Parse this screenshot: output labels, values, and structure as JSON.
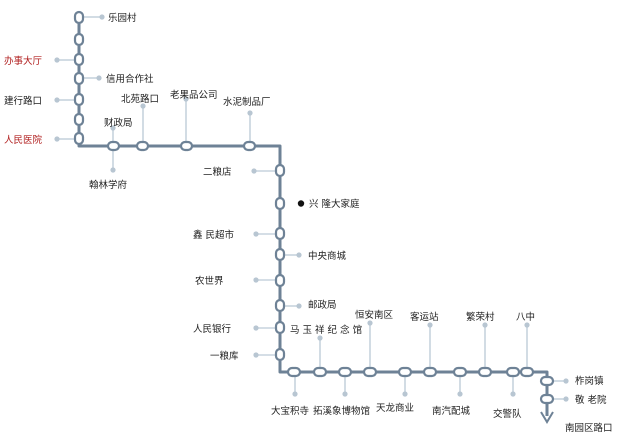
{
  "stations": [
    {
      "id": "lecuncun",
      "name": "乐园村",
      "highlight": false
    },
    {
      "id": "banshi",
      "name": "办事大厅",
      "highlight": true
    },
    {
      "id": "xinyong",
      "name": "信用合作社",
      "highlight": false
    },
    {
      "id": "jianxing",
      "name": "建行路口",
      "highlight": false
    },
    {
      "id": "beiyuan",
      "name": "北苑路口",
      "highlight": false
    },
    {
      "id": "laoguo",
      "name": "老果品公司",
      "highlight": false
    },
    {
      "id": "shuini",
      "name": "水泥制品厂",
      "highlight": false
    },
    {
      "id": "caizheng",
      "name": "财政局",
      "highlight": false
    },
    {
      "id": "renmin_yiyuan",
      "name": "人民医院",
      "highlight": true
    },
    {
      "id": "hanlin",
      "name": "翰林学府",
      "highlight": false
    },
    {
      "id": "erliangdian",
      "name": "二粮店",
      "highlight": false
    },
    {
      "id": "xinglong",
      "name": "兴 隆大家庭",
      "highlight": false,
      "current": true
    },
    {
      "id": "xinmin",
      "name": "鑫 民超市",
      "highlight": false
    },
    {
      "id": "zhongyang",
      "name": "中央商城",
      "highlight": false
    },
    {
      "id": "nongshijie",
      "name": "农世界",
      "highlight": false
    },
    {
      "id": "youzheng",
      "name": "邮政局",
      "highlight": false
    },
    {
      "id": "renmin_yinhang",
      "name": "人民银行",
      "highlight": false
    },
    {
      "id": "mayuxiang",
      "name": "马 玉 祥 纪 念 馆",
      "highlight": false
    },
    {
      "id": "hengan",
      "name": "恒安南区",
      "highlight": false
    },
    {
      "id": "keyun",
      "name": "客运站",
      "highlight": false
    },
    {
      "id": "fanrong",
      "name": "繁荣村",
      "highlight": false
    },
    {
      "id": "bazhong",
      "name": "八中",
      "highlight": false
    },
    {
      "id": "yiliangku",
      "name": "一粮库",
      "highlight": false
    },
    {
      "id": "dabaoji",
      "name": "大宝积寺",
      "highlight": false
    },
    {
      "id": "tuoshui",
      "name": "拓溪象博物馆",
      "highlight": false
    },
    {
      "id": "tianlong",
      "name": "天龙商业",
      "highlight": false
    },
    {
      "id": "nanqi",
      "name": "南汽配城",
      "highlight": false
    },
    {
      "id": "jiaojing",
      "name": "交警队",
      "highlight": false
    },
    {
      "id": "zuogang",
      "name": "柞岗镇",
      "highlight": false
    },
    {
      "id": "jinglao",
      "name": "敬 老院",
      "highlight": false
    },
    {
      "id": "nanyuan",
      "name": "南园区路口",
      "highlight": false
    }
  ],
  "colors": {
    "route": "#6e8296",
    "highlight_label": "#b01e1e",
    "connector": "#c7d3de"
  }
}
